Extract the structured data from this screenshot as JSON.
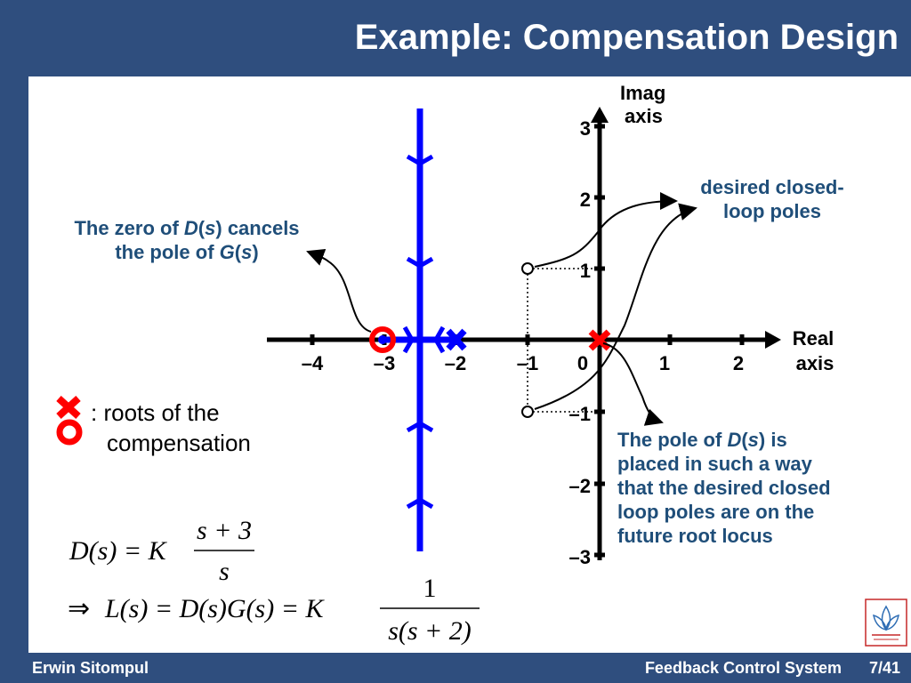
{
  "title": "Example: Compensation Design",
  "footer": {
    "author": "Erwin Sitompul",
    "course": "Feedback Control System",
    "page": "7/41"
  },
  "axes": {
    "real_label": [
      "Real",
      "axis"
    ],
    "imag_label": [
      "Imag",
      "axis"
    ],
    "x_ticks": [
      "–4",
      "–3",
      "–2",
      "–1",
      "0",
      "1",
      "2"
    ],
    "y_ticks": [
      "3",
      "2",
      "1",
      "–1",
      "–2",
      "–3"
    ]
  },
  "annotations": {
    "zero_cancels": {
      "l1a": "The zero of ",
      "l1b": "D",
      "l1c": "(",
      "l1d": "s",
      "l1e": ") cancels",
      "l2a": "the pole of ",
      "l2b": "G",
      "l2c": "(",
      "l2d": "s",
      "l2e": ")"
    },
    "desired": [
      "desired closed-",
      "loop poles"
    ],
    "pole_placed": {
      "l1a": "The pole of ",
      "l1b": "D",
      "l1c": "(",
      "l1d": "s",
      "l1e": ") is",
      "l2": "placed in such a way",
      "l3": "that the desired closed",
      "l4": "loop poles are on the",
      "l5": "future root locus"
    }
  },
  "legend": {
    "line1": ": roots of the",
    "line2": "compensation"
  },
  "equations": {
    "eq1": {
      "lhs": "D(s) = K",
      "num": "s + 3",
      "den": "s"
    },
    "eq2": {
      "arrow": "⇒",
      "lhs": "L(s) = D(s)G(s) = K",
      "num": "1",
      "den": "s(s + 2)"
    }
  },
  "colors": {
    "background": "#2F4E7E",
    "annotation": "#1F4E79",
    "locus": "#0000FF",
    "compensation": "#FF0000"
  }
}
